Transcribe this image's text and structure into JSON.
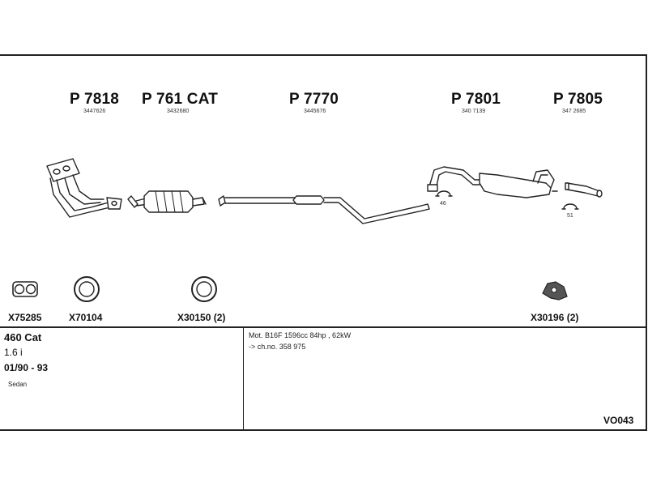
{
  "parts_top": [
    {
      "number": "P 7818",
      "serial": "3447626"
    },
    {
      "number": "P 761 CAT",
      "serial": "3432680"
    },
    {
      "number": "P 7770",
      "serial": "3445676"
    },
    {
      "number": "P 7801",
      "serial": "340 7139"
    },
    {
      "number": "P 7805",
      "serial": "347 2685"
    }
  ],
  "clamp_labels": [
    "46",
    "51"
  ],
  "gaskets": [
    {
      "code": "X75285",
      "icon": "flange-gasket-icon"
    },
    {
      "code": "X70104",
      "icon": "ring-gasket-icon"
    },
    {
      "code": "X30150 (2)",
      "icon": "ring-gasket-icon"
    },
    {
      "code": "X30196 (2)",
      "icon": "rubber-mount-icon"
    }
  ],
  "vehicle": {
    "model": "460 Cat",
    "engine": "1.6 i",
    "years": "01/90 - 93",
    "body": "Sedan"
  },
  "notes": {
    "line1": "Mot. B16F 1596cc 84hp , 62kW",
    "line2": "-> ch.no. 358 975"
  },
  "diagram_code": "VO043"
}
